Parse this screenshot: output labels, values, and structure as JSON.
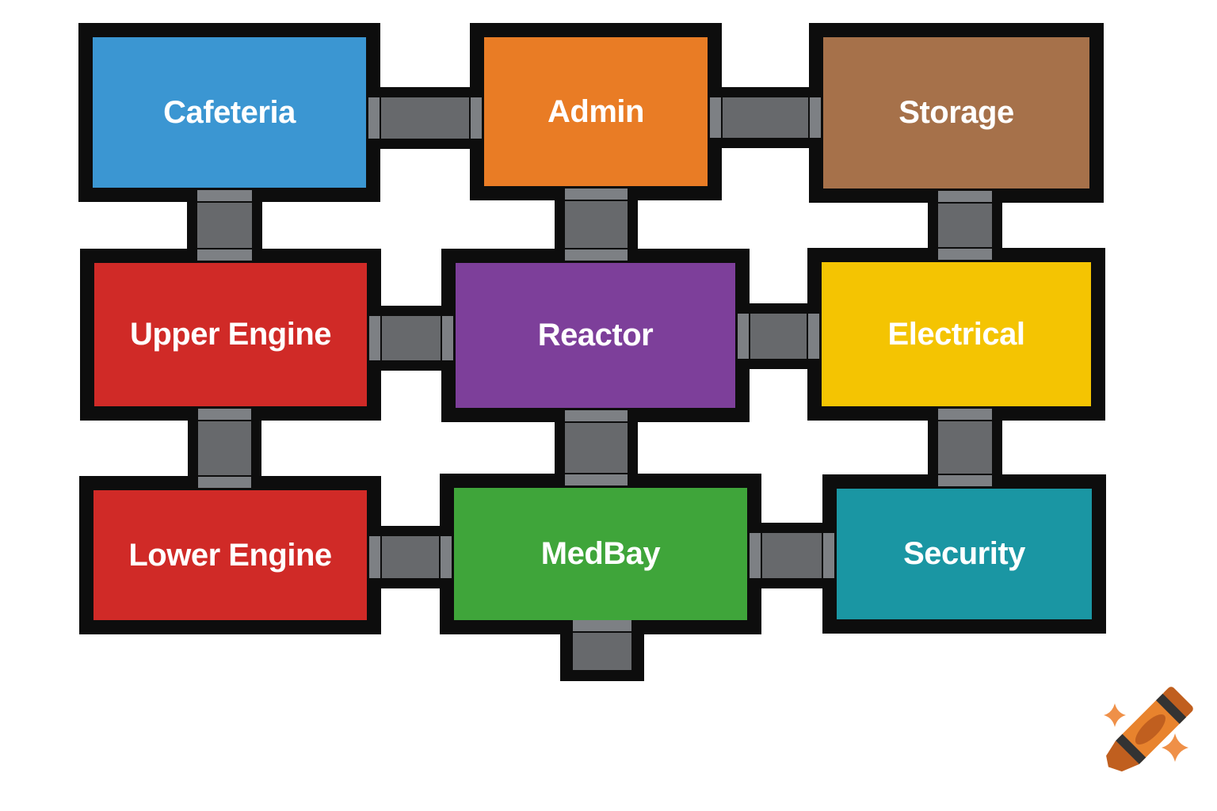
{
  "title": "Ship map diagram",
  "colors": {
    "background": "#ffffff",
    "outline": "#0d0d0d",
    "corridor_body": "#67696c",
    "corridor_cap": "#7d8084",
    "label_text": "#ffffff",
    "crayon_body": "#e8832d",
    "crayon_dark": "#c05f1f",
    "crayon_stripe": "#333333",
    "sparkle": "#ef9048"
  },
  "rooms": [
    {
      "id": "cafeteria",
      "label": "Cafeteria",
      "color": "#3b96d2"
    },
    {
      "id": "admin",
      "label": "Admin",
      "color": "#e97c25"
    },
    {
      "id": "storage",
      "label": "Storage",
      "color": "#a6714a"
    },
    {
      "id": "upper-engine",
      "label": "Upper Engine",
      "color": "#d02a27"
    },
    {
      "id": "reactor",
      "label": "Reactor",
      "color": "#7d3f9a"
    },
    {
      "id": "electrical",
      "label": "Electrical",
      "color": "#f4c402"
    },
    {
      "id": "lower-engine",
      "label": "Lower Engine",
      "color": "#d02a27"
    },
    {
      "id": "medbay",
      "label": "MedBay",
      "color": "#3fa53a"
    },
    {
      "id": "security",
      "label": "Security",
      "color": "#1a96a3"
    }
  ],
  "connections": [
    {
      "from": "cafeteria",
      "to": "admin"
    },
    {
      "from": "admin",
      "to": "storage"
    },
    {
      "from": "cafeteria",
      "to": "upper-engine"
    },
    {
      "from": "admin",
      "to": "reactor"
    },
    {
      "from": "storage",
      "to": "electrical"
    },
    {
      "from": "upper-engine",
      "to": "reactor"
    },
    {
      "from": "reactor",
      "to": "electrical"
    },
    {
      "from": "upper-engine",
      "to": "lower-engine"
    },
    {
      "from": "reactor",
      "to": "medbay"
    },
    {
      "from": "electrical",
      "to": "security"
    },
    {
      "from": "lower-engine",
      "to": "medbay"
    },
    {
      "from": "medbay",
      "to": "security"
    },
    {
      "from": "medbay",
      "to": "dead-end-hall"
    }
  ]
}
